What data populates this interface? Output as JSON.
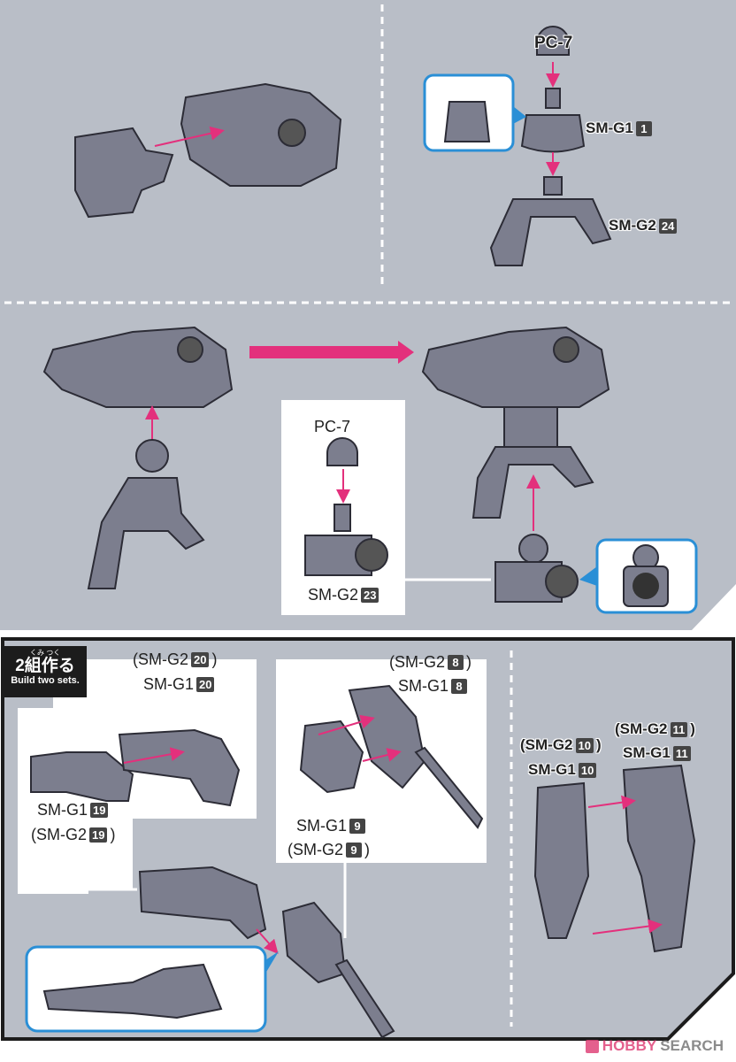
{
  "colors": {
    "panel": "#b9bec7",
    "part": "#7c7e8e",
    "arrow": "#e3307c",
    "callout": "#2a8fd6"
  },
  "top_right": {
    "pc7": "PC-7",
    "smg1_label": "SM-G1",
    "smg1_num": "1",
    "smg2_label": "SM-G2",
    "smg2_num": "24"
  },
  "middle": {
    "pc7": "PC-7",
    "smg2_label": "SM-G2",
    "smg2_num": "23"
  },
  "bottom": {
    "title_ruby": "くみ つく",
    "title_jp": "2組作る",
    "title_en": "Build two sets.",
    "a1": {
      "open": "(SM-G2",
      "num": "20",
      "close": ")"
    },
    "a2": {
      "text": "SM-G1",
      "num": "20"
    },
    "b1": {
      "text": "SM-G1",
      "num": "19"
    },
    "b2": {
      "open": "(SM-G2",
      "num": "19",
      "close": ")"
    },
    "c1": {
      "open": "(SM-G2",
      "num": "8",
      "close": ")"
    },
    "c2": {
      "text": "SM-G1",
      "num": "8"
    },
    "d1": {
      "text": "SM-G1",
      "num": "9"
    },
    "d2": {
      "open": "(SM-G2",
      "num": "9",
      "close": ")"
    },
    "e1": {
      "open": "(SM-G2",
      "num": "10",
      "close": ")"
    },
    "e2": {
      "text": "SM-G1",
      "num": "10"
    },
    "f1": {
      "open": "(SM-G2",
      "num": "11",
      "close": ")"
    },
    "f2": {
      "text": "SM-G1",
      "num": "11"
    }
  },
  "watermark": {
    "hobby": "HOBBY",
    "search": "SEARCH"
  }
}
